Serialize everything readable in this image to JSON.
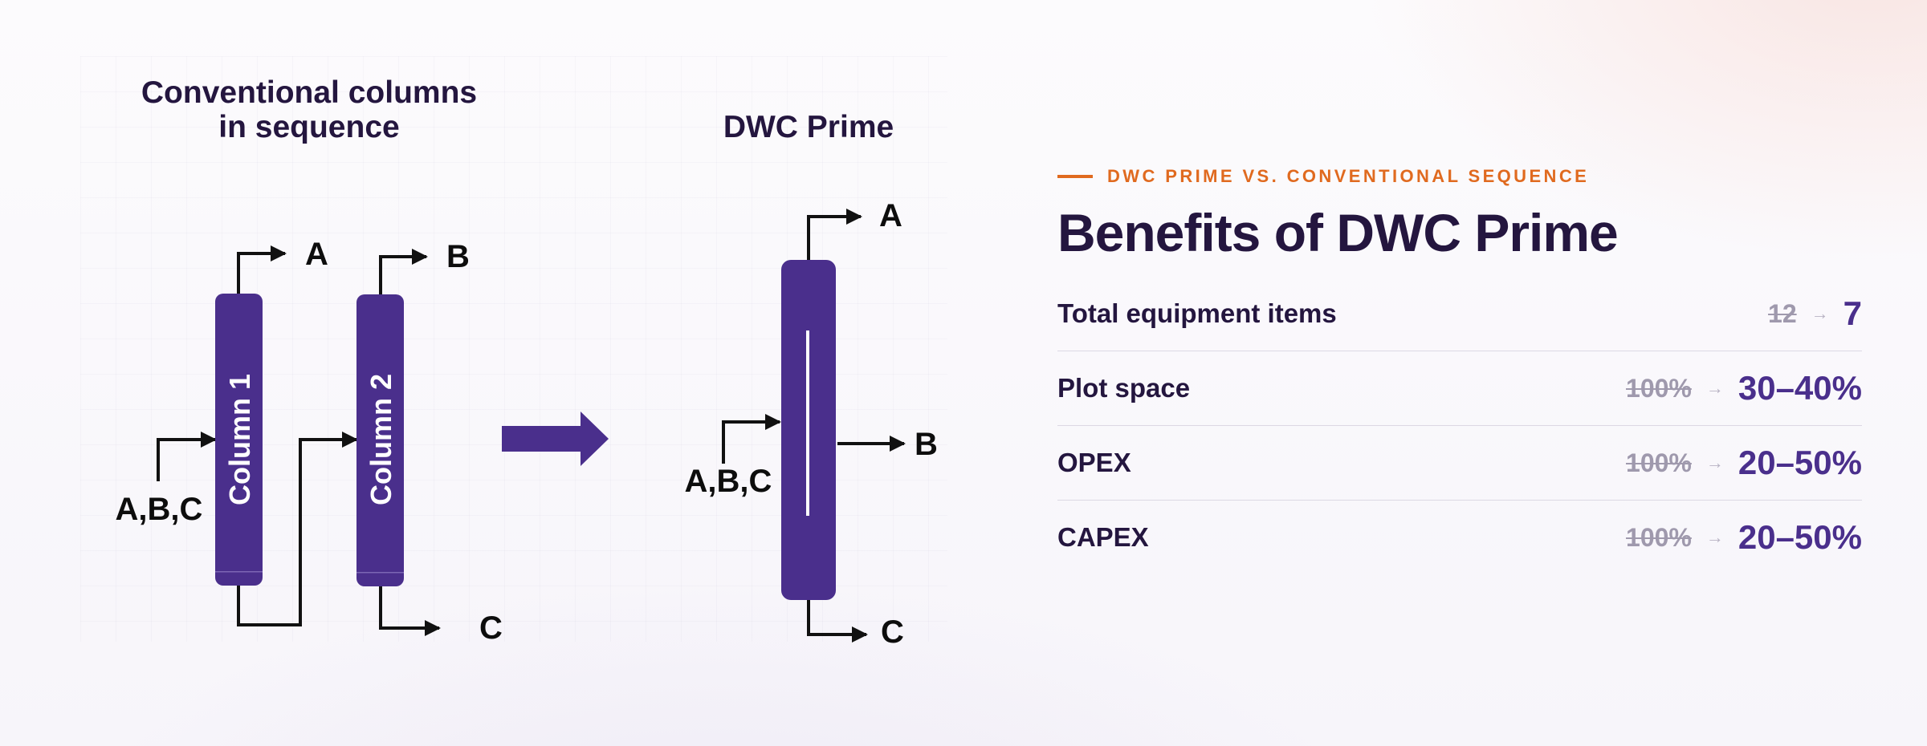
{
  "diagram": {
    "left_heading_line1": "Conventional columns",
    "left_heading_line2": "in sequence",
    "right_heading": "DWC Prime",
    "column1_label": "Column 1",
    "column2_label": "Column 2",
    "feed_label": "A,B,C",
    "product_a": "A",
    "product_b": "B",
    "product_c": "C",
    "column_color": "#4a2f8c",
    "line_color": "#111111"
  },
  "panel": {
    "eyebrow": "DWC PRIME VS. CONVENTIONAL SEQUENCE",
    "title": "Benefits of DWC Prime",
    "accent_color": "#e06a1f",
    "value_color": "#4a2f8c",
    "rows": [
      {
        "label": "Total equipment items",
        "old": "12",
        "arrow": "→",
        "new": "7"
      },
      {
        "label": "Plot space",
        "old": "100%",
        "arrow": "→",
        "new": "30–40%"
      },
      {
        "label": "OPEX",
        "old": "100%",
        "arrow": "→",
        "new": "20–50%"
      },
      {
        "label": "CAPEX",
        "old": "100%",
        "arrow": "→",
        "new": "20–50%"
      }
    ]
  }
}
